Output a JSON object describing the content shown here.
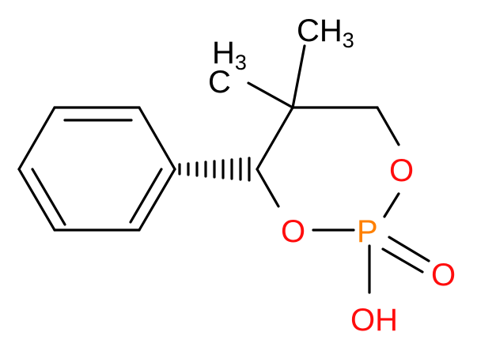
{
  "molecule": {
    "atoms": {
      "methyl_top": {
        "main": "CH",
        "sub": "3"
      },
      "methyl_left": {
        "main": "H",
        "sub": "3",
        "tail": "C"
      },
      "ring_oxygen_upper": "O",
      "ring_oxygen_lower": "O",
      "phosphorus": "P",
      "oxo_oxygen": "O",
      "hydroxyl": "OH"
    },
    "colors": {
      "carbon": "#000000",
      "oxygen": "#ff0d0d",
      "phosphorus": "#ff8000",
      "bond": "#000000"
    }
  }
}
